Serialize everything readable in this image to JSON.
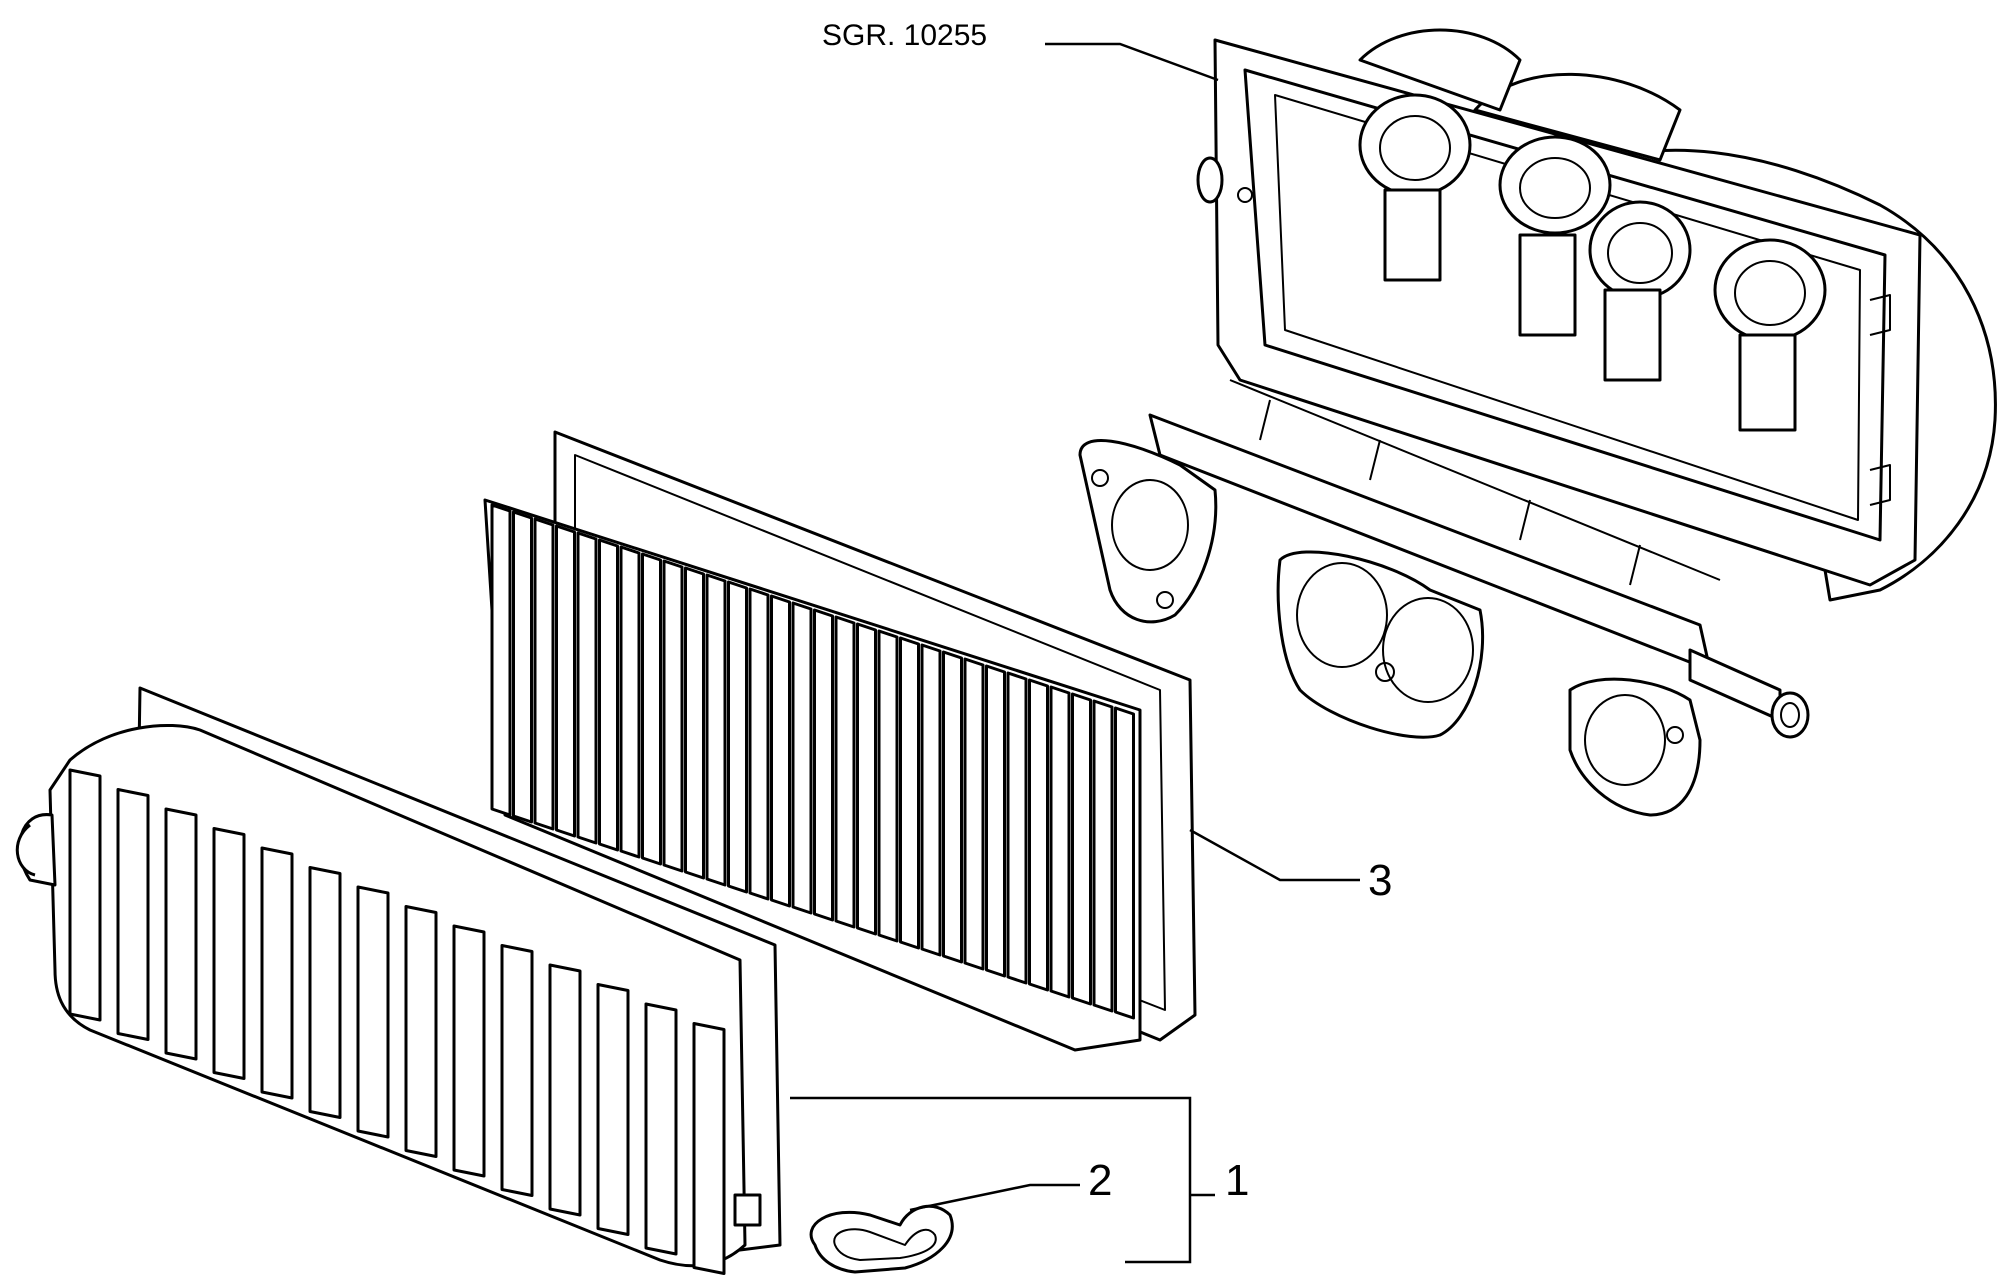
{
  "diagram": {
    "reference_code": "SGR. 10255",
    "callouts": [
      {
        "number": "1",
        "part": "air-filter-housing-cover"
      },
      {
        "number": "2",
        "part": "retaining-clip"
      },
      {
        "number": "3",
        "part": "filter-element"
      }
    ]
  }
}
